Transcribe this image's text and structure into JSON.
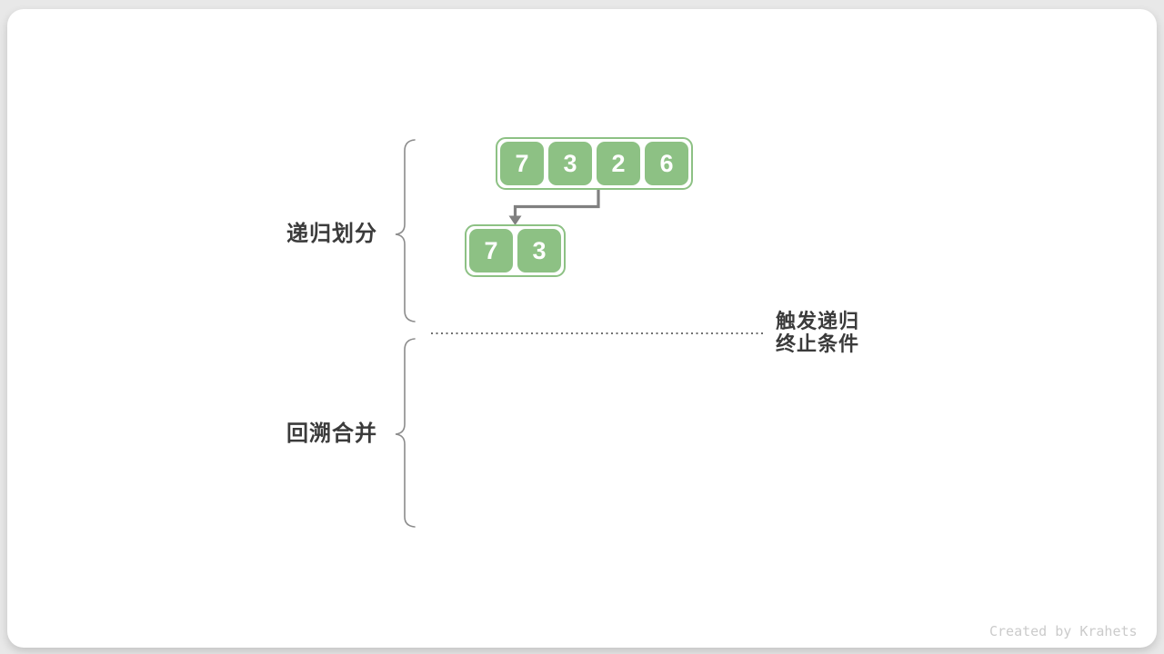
{
  "page": {
    "background_color": "#e8e8e8",
    "card_color": "#ffffff"
  },
  "diagram": {
    "phase_labels": [
      {
        "label": "递归划分"
      },
      {
        "label": "回溯合并"
      }
    ],
    "arrays": [
      {
        "name": "level-1",
        "values": [
          "7",
          "3",
          "2",
          "6"
        ]
      },
      {
        "name": "level-2",
        "values": [
          "7",
          "3"
        ]
      }
    ],
    "annotation": {
      "line1": "触发递归",
      "line2": "终止条件"
    },
    "colors": {
      "cell_green": "#8dc184",
      "arrow_gray": "#808080",
      "brace_gray": "#8c8c8c",
      "dotted_line_gray": "#6f6f6f",
      "label_text": "#3b3b3b",
      "watermark_gray": "#cbcbcb"
    }
  },
  "footer": {
    "watermark": "Created by Krahets"
  }
}
